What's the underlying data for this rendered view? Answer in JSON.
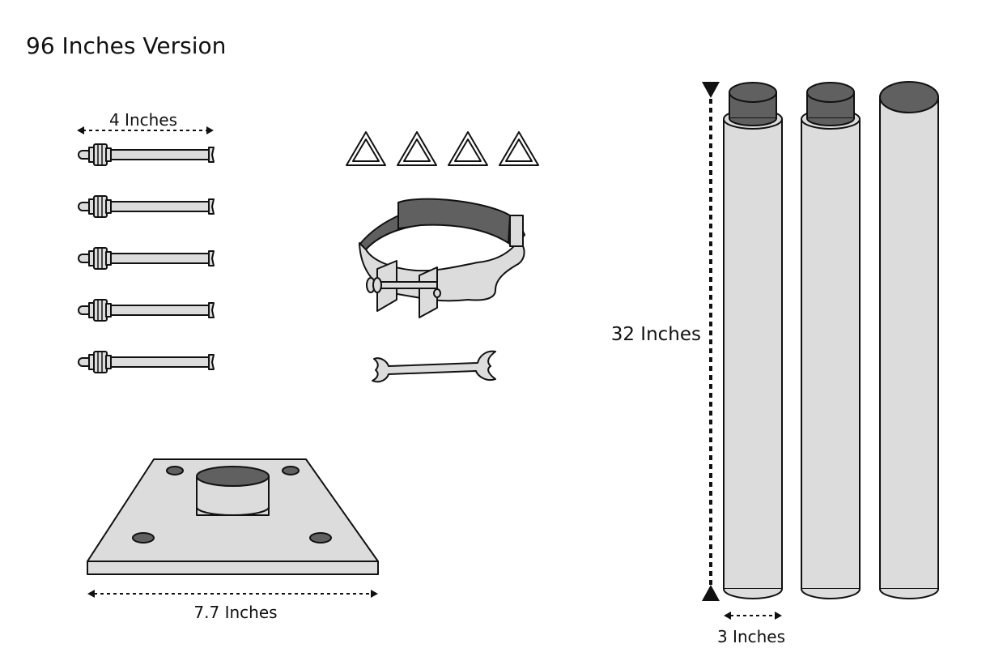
{
  "title": "96 Inches Version",
  "labels": {
    "bolt_length": "4 Inches",
    "pole_height": "32 Inches",
    "pole_diameter": "3 Inches",
    "base_width": "7.7 Inches"
  },
  "colors": {
    "part_fill": "#dcdcdc",
    "dark_fill": "#606060",
    "outline": "#111111"
  }
}
